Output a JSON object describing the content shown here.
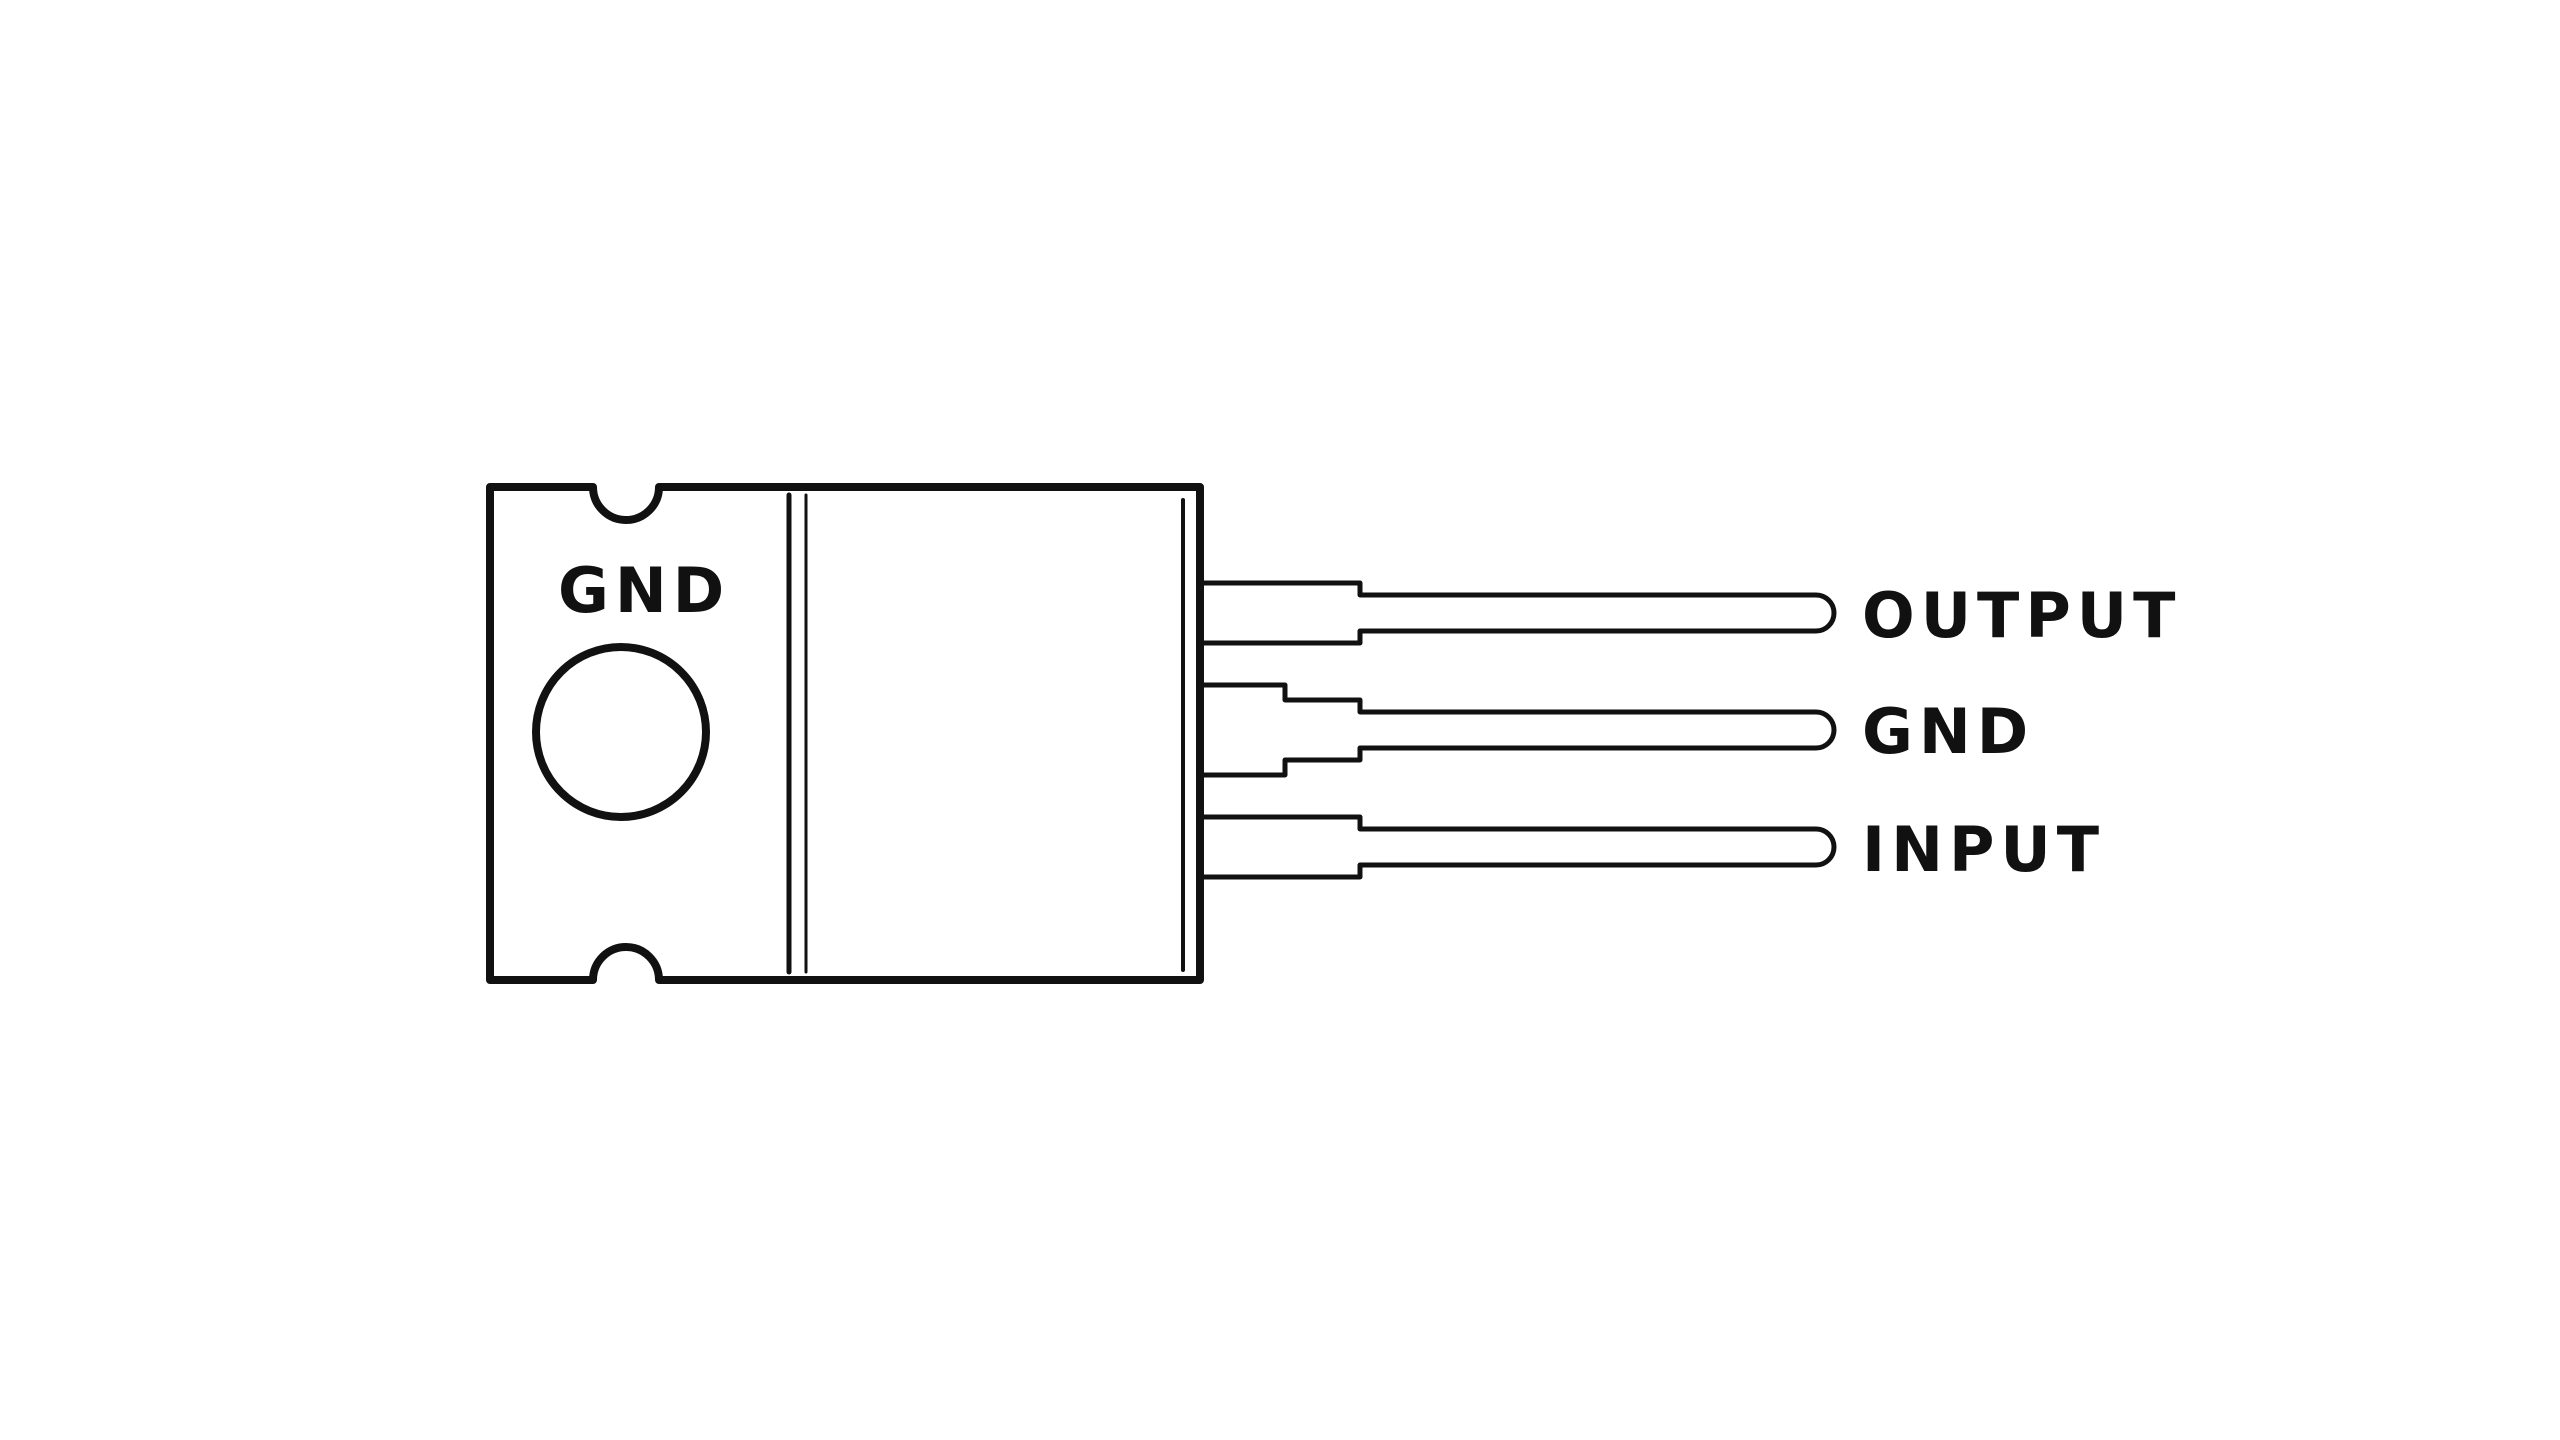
{
  "diagram": {
    "tab_label": "GND",
    "pins": [
      {
        "label": "OUTPUT"
      },
      {
        "label": "GND"
      },
      {
        "label": "INPUT"
      }
    ]
  },
  "colors": {
    "line": "#111111",
    "background": "#ffffff"
  }
}
